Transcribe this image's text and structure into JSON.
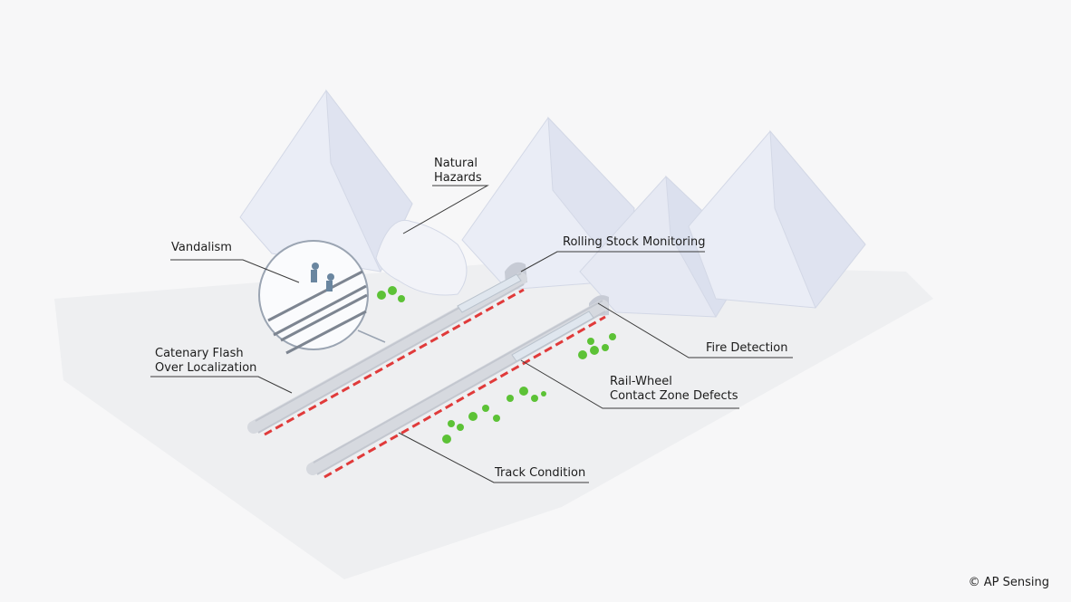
{
  "labels": {
    "natural_hazards_l1": "Natural",
    "natural_hazards_l2": "Hazards",
    "vandalism": "Vandalism",
    "rolling_stock": "Rolling Stock Monitoring",
    "catenary_l1": "Catenary Flash",
    "catenary_l2": "Over Localization",
    "fire_detection": "Fire Detection",
    "rail_wheel_l1": "Rail-Wheel",
    "rail_wheel_l2": "Contact Zone Defects",
    "track_condition": "Track Condition"
  },
  "copyright": "© AP Sensing",
  "colors": {
    "background": "#f7f7f8",
    "mountain": "#e9ecf5",
    "sensing_cable": "#e03a3a",
    "trees": "#5cc236",
    "figures": "#6a86a0"
  }
}
